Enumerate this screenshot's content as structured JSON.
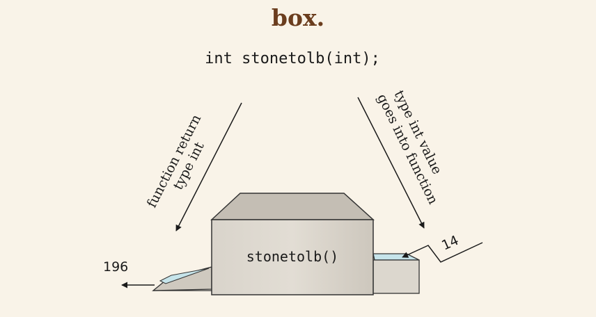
{
  "heading": "box.",
  "prototype": "int stonetolb(int);",
  "box_label": "stonetolb()",
  "left_arrow_caption": [
    "function return",
    "type int"
  ],
  "right_arrow_caption": [
    "type int value",
    "goes into function"
  ],
  "output_value": "196",
  "input_value": "14"
}
